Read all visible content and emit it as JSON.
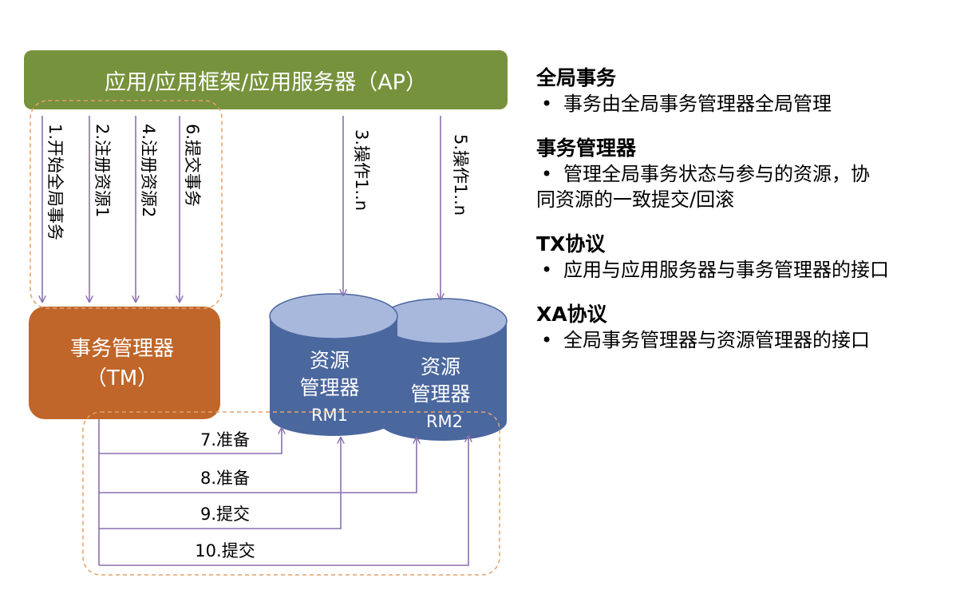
{
  "colors": {
    "ap_box": "#77923c",
    "tm_box": "#c0662a",
    "rm_body": "#4a679e",
    "rm_top": "#a8b8dc",
    "arrow": "#8a6fb0",
    "dashed": "#e4a06a",
    "white_text": "#ffffff"
  },
  "diagram": {
    "ap_label": "应用/应用框架/应用服务器（AP）",
    "tm_label_line1": "事务管理器",
    "tm_label_line2": "（TM）",
    "rm1": {
      "line1": "资源",
      "line2": "管理器",
      "line3": "RM1"
    },
    "rm2": {
      "line1": "资源",
      "line2": "管理器",
      "line3": "RM2"
    },
    "ap_to_tm": [
      {
        "label": "1.开始全局事务"
      },
      {
        "label": "2.注册资源1"
      },
      {
        "label": "4.注册资源2"
      },
      {
        "label": "6.提交事务"
      }
    ],
    "ap_to_rm": [
      {
        "label": "3.操作1..n",
        "target": "rm1"
      },
      {
        "label": "5.操作1..n",
        "target": "rm2"
      }
    ],
    "tm_to_rm": [
      {
        "label": "7.准备",
        "target": "rm1"
      },
      {
        "label": "8.准备",
        "target": "rm2"
      },
      {
        "label": "9.提交",
        "target": "rm1"
      },
      {
        "label": "10.提交",
        "target": "rm2"
      }
    ]
  },
  "sections": [
    {
      "title": "全局事务",
      "bullet": "•",
      "text": "事务由全局事务管理器全局管理"
    },
    {
      "title": "事务管理器",
      "bullet": "•",
      "text": "管理全局事务状态与参与的资源，协",
      "text_cont": "同资源的一致提交/回滚"
    },
    {
      "title": "TX协议",
      "bullet": "•",
      "text": "应用与应用服务器与事务管理器的接口"
    },
    {
      "title": "XA协议",
      "bullet": "•",
      "text": "全局事务管理器与资源管理器的接口"
    }
  ]
}
